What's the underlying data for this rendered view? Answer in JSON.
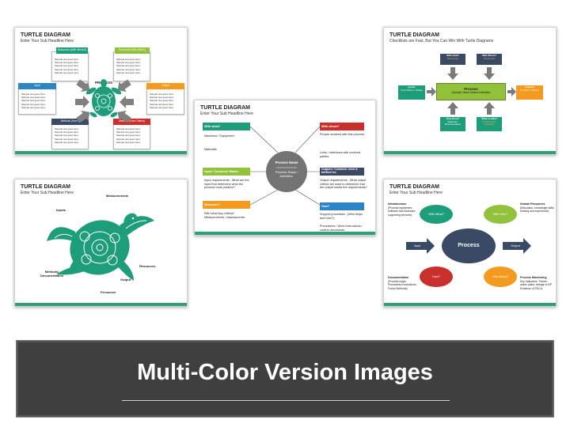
{
  "colors": {
    "green": "#3b9c5c",
    "teal": "#1e9d7a",
    "blue": "#2b86c5",
    "navy": "#3a4a64",
    "orange": "#f39a1f",
    "red": "#c9302c",
    "gray": "#6d6d6d",
    "lime": "#92c13b",
    "banner": "#3f3f3f"
  },
  "slide1": {
    "title": "TURTLE DIAGRAM",
    "subtitle": "Enter Your Sub Headline Here",
    "center": "PROCESS",
    "resources": "Resources (With Whom?)",
    "personnel": "Personnel (With What?)",
    "input": "Input",
    "output": "Output",
    "methods": "Methods (How?)",
    "criteria": "Methods (How Criteria)",
    "sample": "Sample text goes here.\nSample text goes here.\nSample text goes here.\nSample text goes here.\nSample text goes here."
  },
  "slide2": {
    "title": "TURTLE DIAGRAM",
    "subtitle": "Checklists are Fast, But You Can Win With Turtle Diagrams",
    "with_what": "With what?",
    "with_what_sub": "Resources",
    "with_whom": "With Whom?",
    "with_whom_sub": "Personnel",
    "inputs": "Inputs",
    "inputs_sub": "From Whom / Where",
    "process": "Process",
    "process_sub": "(Specify Value Added Activities)",
    "outputs": "Outputs",
    "outputs_sub": "To Whom / Where",
    "how_done": "How Done?",
    "how_done_sub": "Methods / Documentation",
    "what_results": "What results?",
    "what_results_sub": "Performance Indicators"
  },
  "slide3": {
    "title": "TURTLE DIAGRAM",
    "subtitle": "Enter Your Sub Headline Here",
    "with_what": "With what?",
    "machines": "Machines / Equipment:",
    "materials": "Materials:",
    "input_req": "Input / Customer Wants:",
    "input_req_text": "Input requirements : What are the input that determine what the process must produce?",
    "measures": "Measures?",
    "measures_text": "With what key criteria? Measurements / Assessments:",
    "process_name": "Process Name",
    "process_steps": "Process Steps / Activities:",
    "with_whom": "With whom?",
    "with_whom_text": "People involved with this process:",
    "links": "Links / interfaces with involved parties",
    "outputs": "Outputs / Customer need is fulfilled for:",
    "outputs_text": "Output requirements : What output criteria are used to determine that the output meets the requirements?",
    "how": "How?",
    "support": "Support processes : (Who helps and how?)",
    "procedures": "Procedures / Work instructions / control documents"
  },
  "slide4": {
    "title": "TURTLE DIAGRAM",
    "subtitle": "Enter Your Sub Headline Here",
    "measurements": "Measurements",
    "inputs": "Inputs",
    "resources": "Resources",
    "methods": "Methods/\nDocumentation",
    "output": "Output",
    "personnel": "Personnel"
  },
  "slide5": {
    "title": "TURTLE DIAGRAM",
    "subtitle": "Enter Your Sub Headline Here",
    "infrastructure": "Infrastructure",
    "infrastructure_text": "(Process equipment, software and hardware, supporting services)",
    "with_what": "With What?",
    "with_who": "With Who?",
    "human_resources": "Human Resources",
    "human_resources_text": "(Education, knowledge skills, training and experience)",
    "input": "Input",
    "process": "Process",
    "output": "Output",
    "documentation": "Documentation",
    "documentation_text": "(Process maps, Procedures Instructions, Forms Methods)",
    "how": "How?",
    "how_many": "How Many?",
    "monitoring": "Process Monitoring",
    "monitoring_text": "Key Indicators: Trends, action plans, linkage to BP Evidence of PDCA"
  },
  "banner": {
    "title": "Multi-Color Version Images"
  }
}
